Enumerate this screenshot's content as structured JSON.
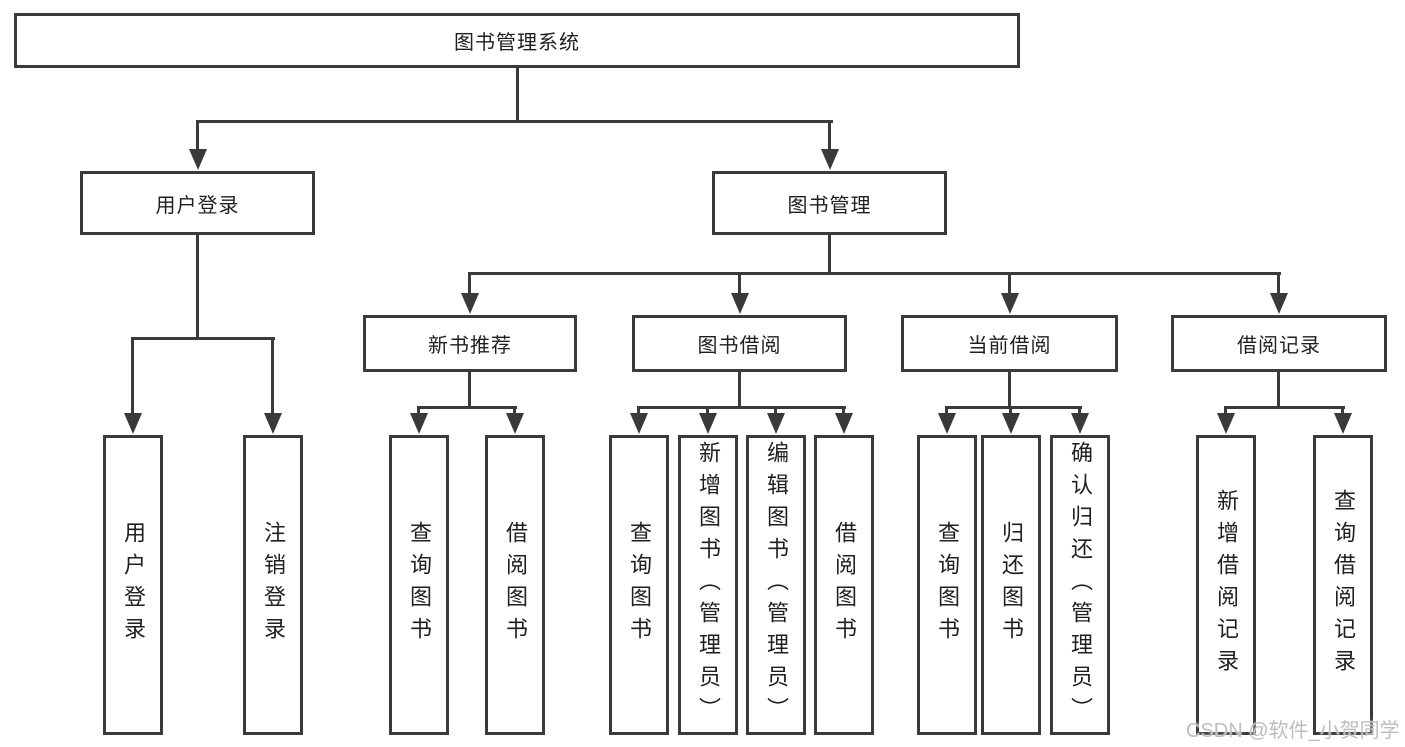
{
  "diagram": {
    "type": "tree",
    "root": {
      "label": "图书管理系统"
    },
    "level2": [
      {
        "label": "用户登录"
      },
      {
        "label": "图书管理"
      }
    ],
    "level3": [
      {
        "label": "新书推荐",
        "parent": "图书管理"
      },
      {
        "label": "图书借阅",
        "parent": "图书管理"
      },
      {
        "label": "当前借阅",
        "parent": "图书管理"
      },
      {
        "label": "借阅记录",
        "parent": "图书管理"
      }
    ],
    "leaves": {
      "user_login": [
        "用户登录",
        "注销登录"
      ],
      "new_book": [
        "查询图书",
        "借阅图书"
      ],
      "book_borrow": [
        "查询图书",
        "新增图书（管理员）",
        "编辑图书（管理员）",
        "借阅图书"
      ],
      "current_borrow": [
        "查询图书",
        "归还图书",
        "确认归还（管理员）"
      ],
      "borrow_records": [
        "新增借阅记录",
        "查询借阅记录"
      ]
    },
    "watermark": "CSDN @软件_小贺同学",
    "colors": {
      "line": "#3a3a3a",
      "text": "#1f1f1f",
      "background": "#ffffff",
      "watermark": "#bdbdbd"
    }
  }
}
